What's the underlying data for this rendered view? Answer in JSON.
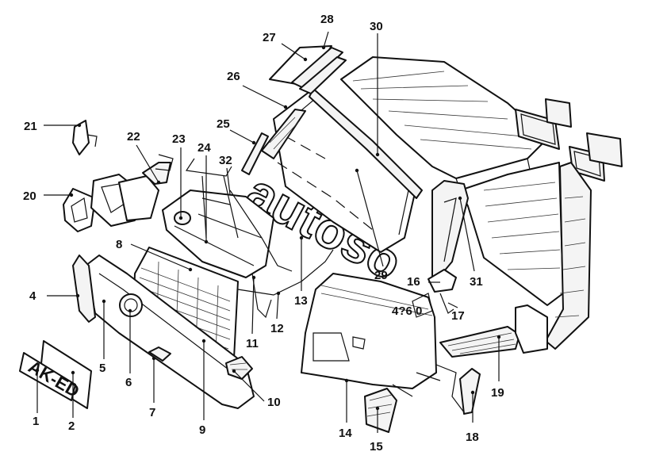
{
  "plate_text": "AK-ED",
  "watermark_text": "autoso",
  "callouts": [
    "1",
    "2",
    "4",
    "5",
    "6",
    "7",
    "8",
    "9",
    "10",
    "11",
    "12",
    "13",
    "14",
    "15",
    "16",
    "17",
    "18",
    "19",
    "20",
    "21",
    "22",
    "23",
    "24",
    "25",
    "26",
    "27",
    "28",
    "29",
    "30",
    "31",
    "32",
    "4?6 0"
  ]
}
